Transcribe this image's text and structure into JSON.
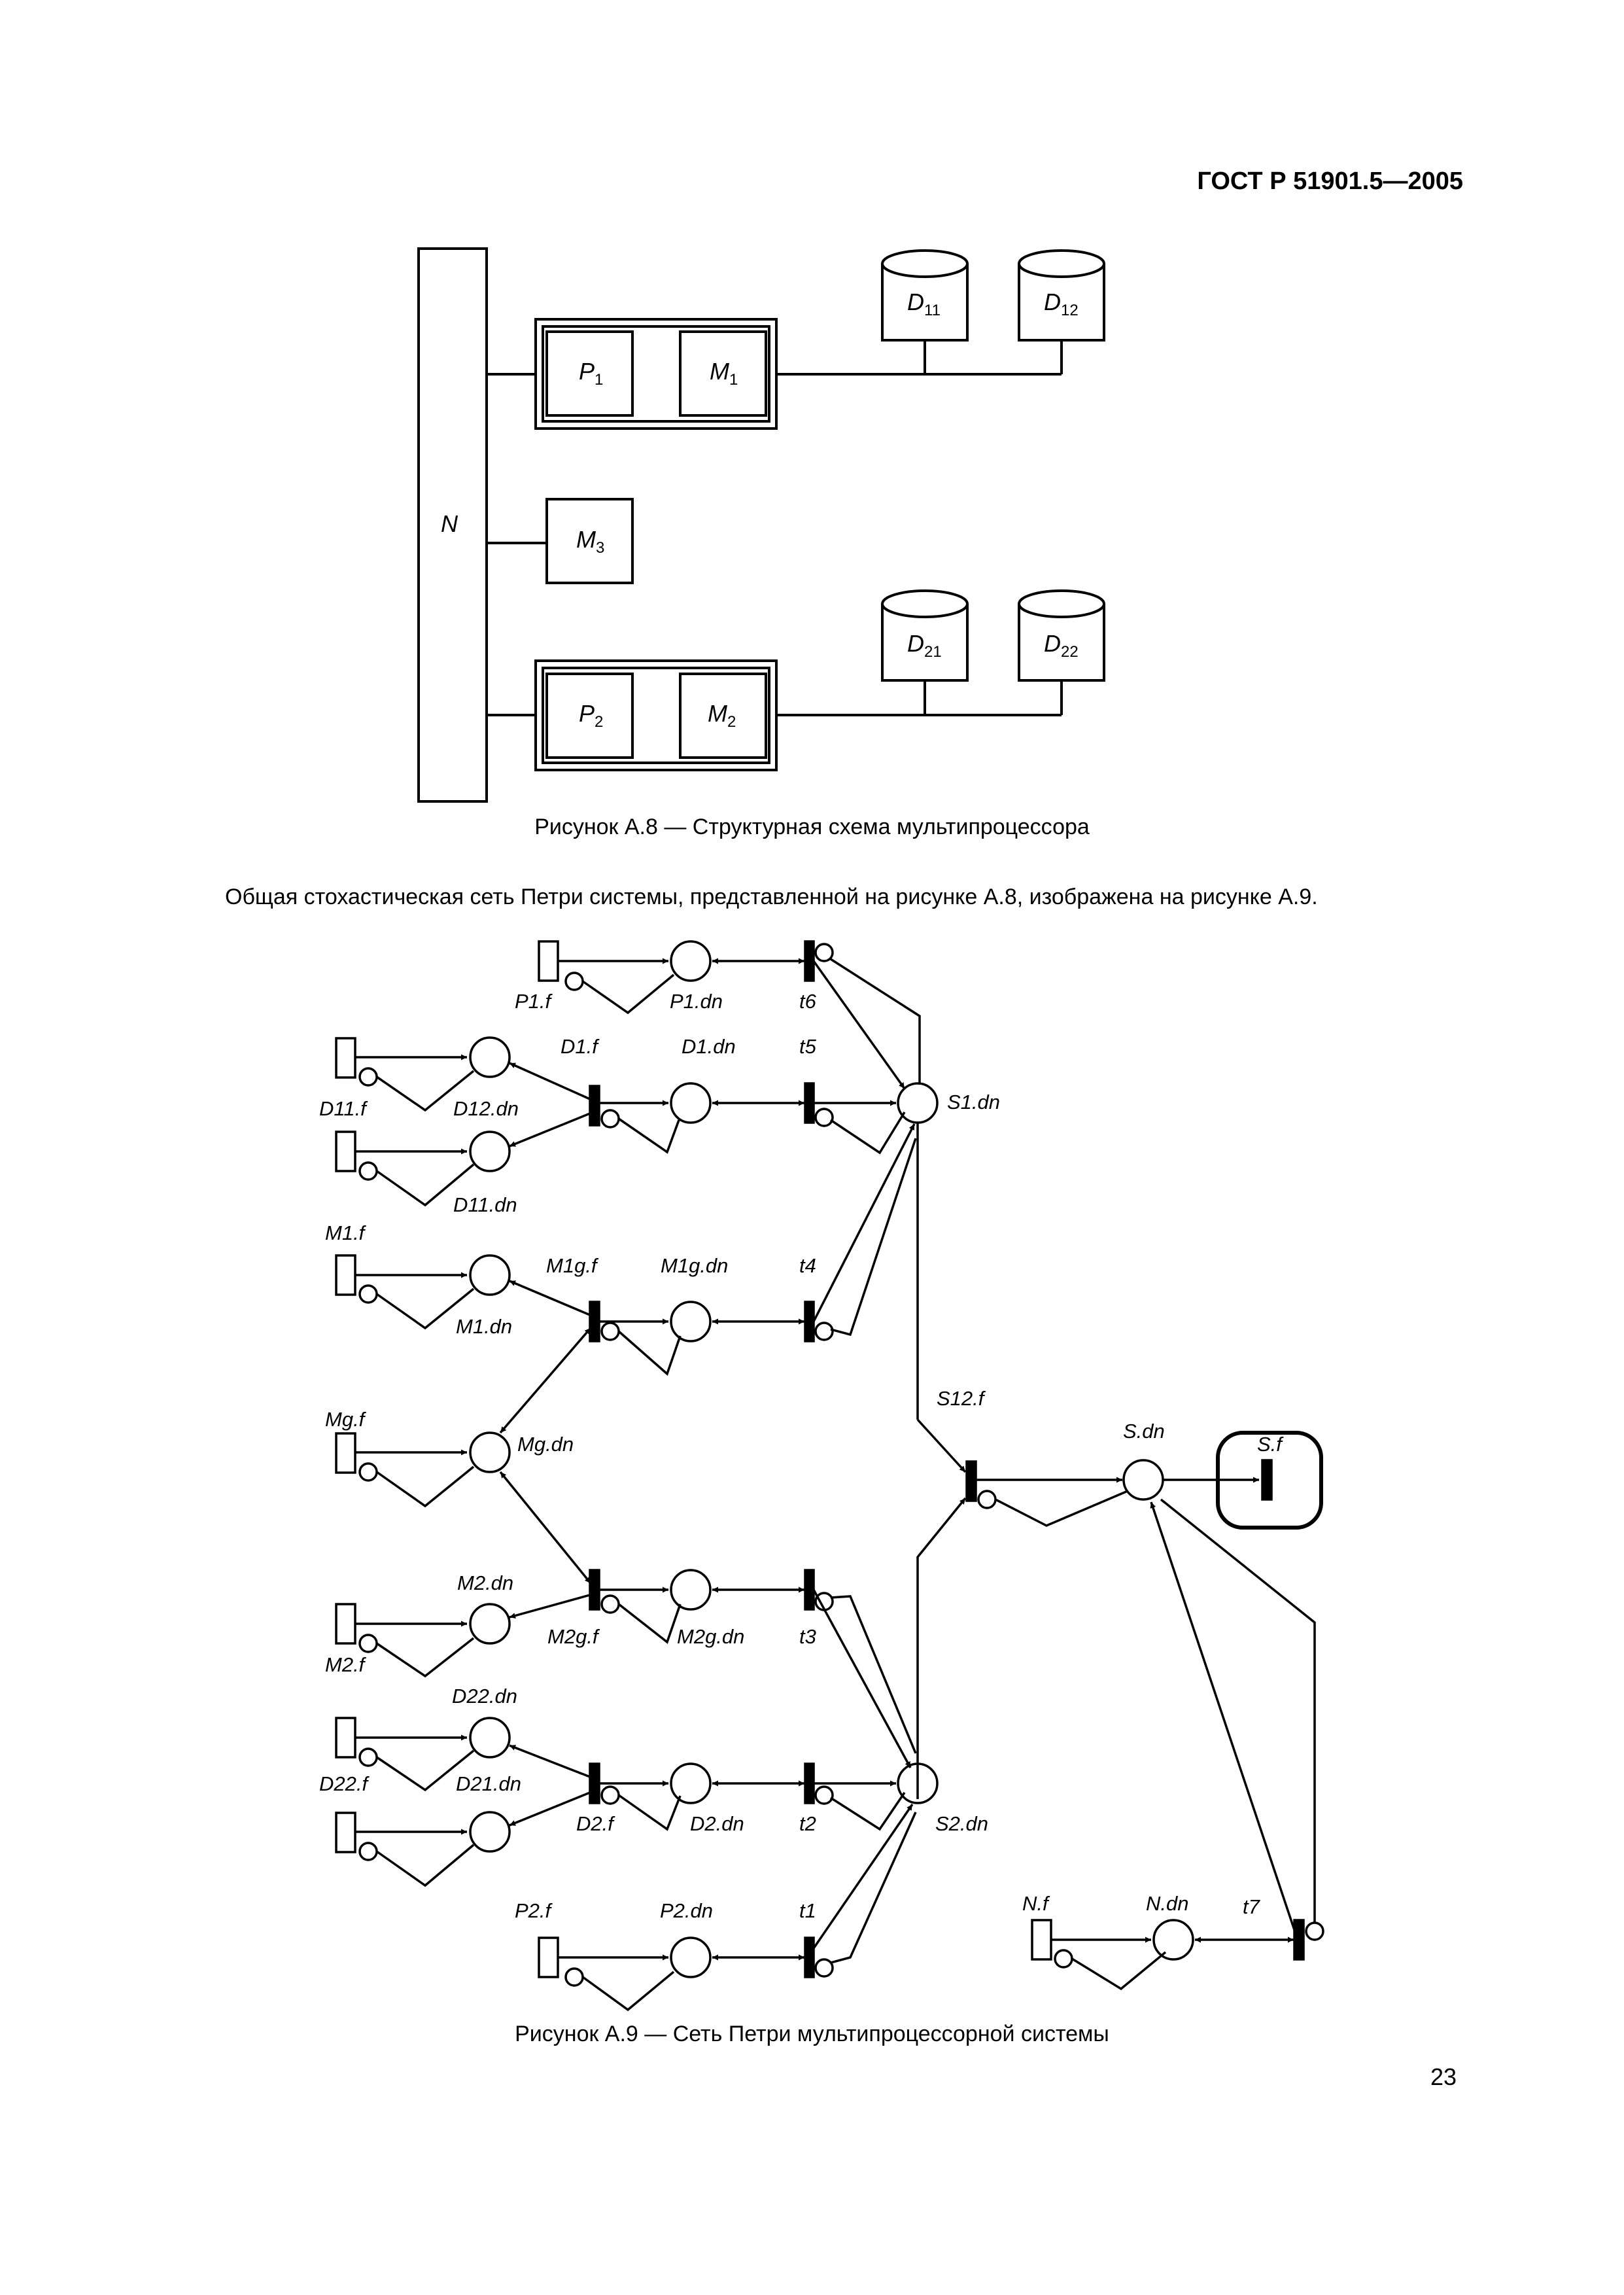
{
  "header": {
    "code": "ГОСТ Р 51901.5—2005"
  },
  "figure_a8": {
    "caption": "Рисунок А.8 — Структурная схема мультипроцессора",
    "labels": {
      "N": "N",
      "P1": "P",
      "P1_sub": "1",
      "M1": "M",
      "M1_sub": "1",
      "M3": "M",
      "M3_sub": "3",
      "P2": "P",
      "P2_sub": "2",
      "M2": "M",
      "M2_sub": "2",
      "D11": "D",
      "D11_sub": "11",
      "D12": "D",
      "D12_sub": "12",
      "D21": "D",
      "D21_sub": "21",
      "D22": "D",
      "D22_sub": "22"
    }
  },
  "paragraph": "Общая стохастическая сеть Петри системы, представленной на рисунке А.8, изображена на рисунке А.9.",
  "figure_a9": {
    "caption": "Рисунок А.9 — Сеть Петри мультипроцессорной системы",
    "labels": {
      "P1f": "P1.f",
      "P1dn": "P1.dn",
      "t6": "t6",
      "D1f": "D1.f",
      "D1dn": "D1.dn",
      "t5": "t5",
      "D11f": "D11.f",
      "D12dn": "D12.dn",
      "S1dn": "S1.dn",
      "D11dn": "D11.dn",
      "M1f": "M1.f",
      "M1gf": "M1g.f",
      "M1gdn": "M1g.dn",
      "t4": "t4",
      "M1dn": "M1.dn",
      "S12f": "S12.f",
      "Mgf": "Mg.f",
      "Mgdn": "Mg.dn",
      "Sdn": "S.dn",
      "Sf": "S.f",
      "M2dn": "M2.dn",
      "M2gf": "M2g.f",
      "M2gdn": "M2g.dn",
      "t3": "t3",
      "M2f": "M2.f",
      "D22dn": "D22.dn",
      "D22f": "D22.f",
      "D21dn": "D21.dn",
      "D2f": "D2.f",
      "D2dn": "D2.dn",
      "t2": "t2",
      "S2dn": "S2.dn",
      "P2f": "P2.f",
      "P2dn": "P2.dn",
      "t1": "t1",
      "Nf": "N.f",
      "Ndn": "N.dn",
      "t7": "t7"
    }
  },
  "page_number": "23"
}
